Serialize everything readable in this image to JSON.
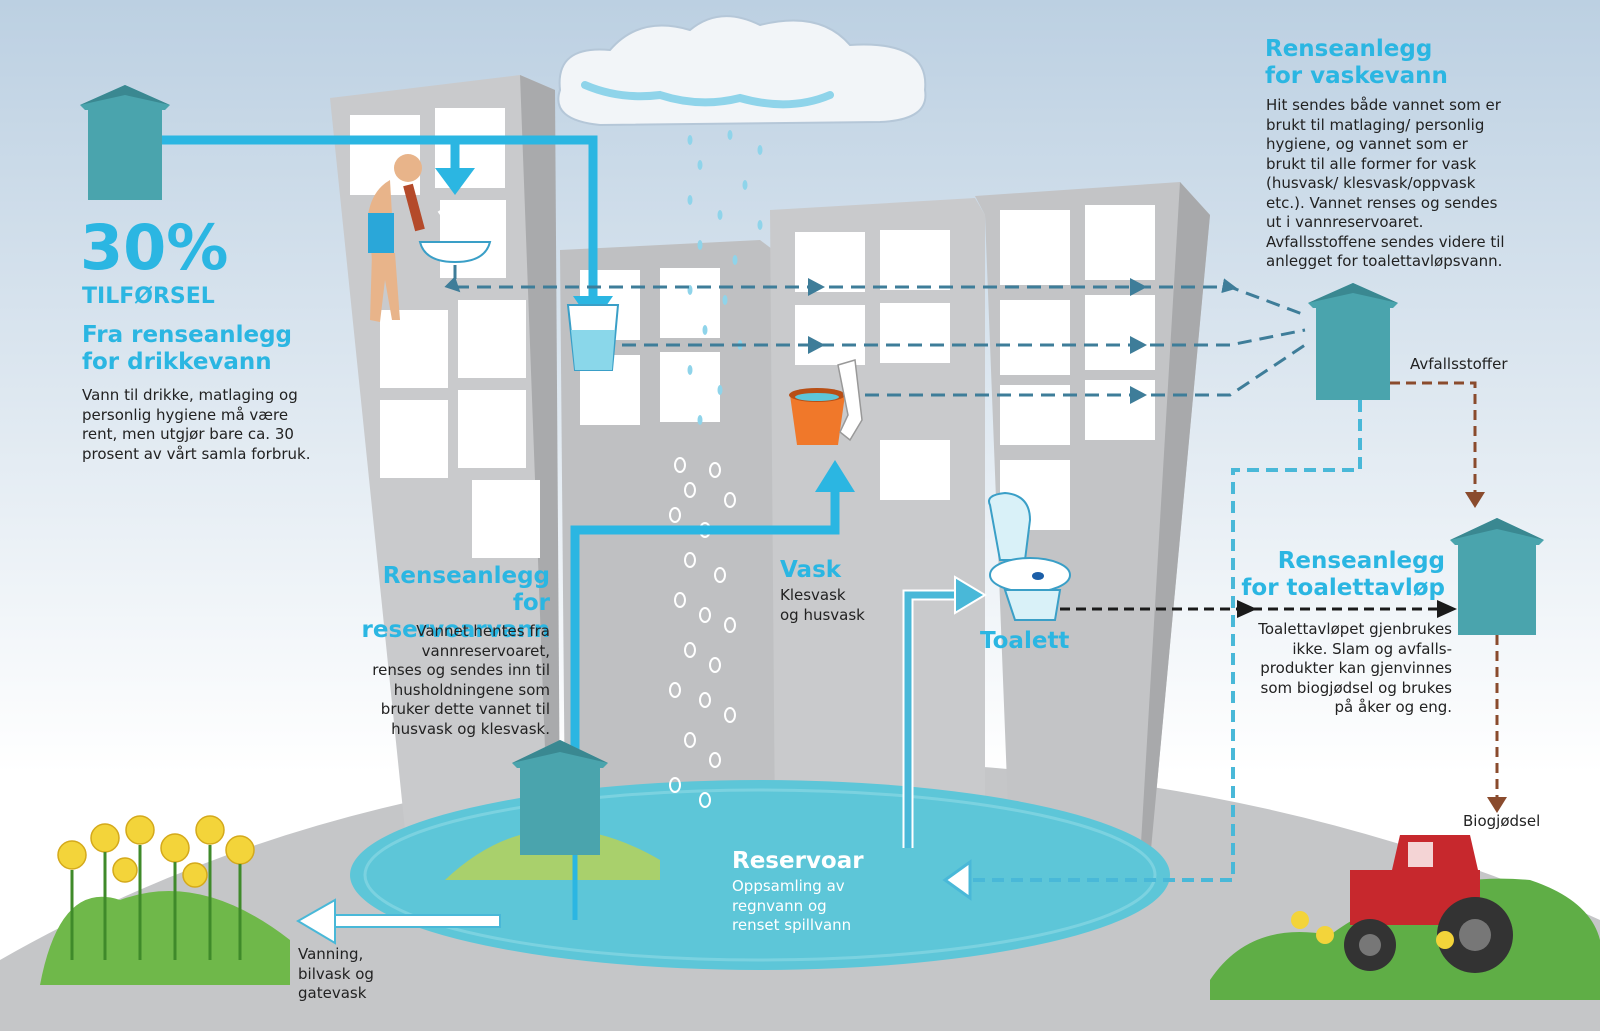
{
  "intake": {
    "percent": "30%",
    "label": "TILFØRSEL",
    "title_line1": "Fra renseanlegg",
    "title_line2": "for drikkevann",
    "body": [
      "Vann til drikke, matlaging og",
      "personlig hygiene må være",
      "rent, men utgjør bare ca. 30",
      "prosent av vårt samla forbruk."
    ]
  },
  "wash_plant": {
    "title_line1": "Renseanlegg",
    "title_line2": "for vaskevann",
    "body": [
      "Hit sendes både vannet som er",
      "brukt til matlaging/ personlig",
      "hygiene, og vannet som er",
      "brukt til alle former for vask",
      "(husvask/ klesvask/oppvask",
      "etc.). Vannet renses og sendes",
      "ut i vannreservoaret.",
      "Avfallsstoffene sendes videre til",
      "anlegget for toalettavløpsvann."
    ]
  },
  "waste_label": "Avfallsstoffer",
  "reservoir_plant": {
    "title_line1": "Renseanlegg",
    "title_line2": "for reservoarvann",
    "body": [
      "Vannet hentes fra",
      "vannreservoaret,",
      "renses og sendes inn til",
      "husholdningene som",
      "bruker dette vannet til",
      "husvask og klesvask."
    ]
  },
  "wash": {
    "title": "Vask",
    "body": [
      "Klesvask",
      "og husvask"
    ]
  },
  "toilet": {
    "title": "Toalett"
  },
  "toilet_plant": {
    "title_line1": "Renseanlegg",
    "title_line2": "for toalettavløp",
    "body": [
      "Toalettavløpet gjenbrukes",
      "ikke. Slam og avfalls-",
      "produkter kan gjenvinnes",
      "som biogjødsel og brukes",
      "på åker og eng."
    ]
  },
  "reservoir": {
    "title": "Reservoar",
    "body": [
      "Oppsamling av",
      "regnvann og",
      "renset spillvann"
    ]
  },
  "biofertilizer": "Biogjødsel",
  "irrigation": [
    "Vanning,",
    "bilvask og",
    "gatevask"
  ],
  "colors": {
    "accent_blue": "#2bb6e2",
    "teal_house": "#4aa4ad",
    "building_gray": "#c9cacc",
    "water": "#5dc6d8",
    "dashed_blue": "#3e7d99",
    "brown_dashed": "#8a4b2d",
    "black_dashed": "#1a1a1a"
  }
}
